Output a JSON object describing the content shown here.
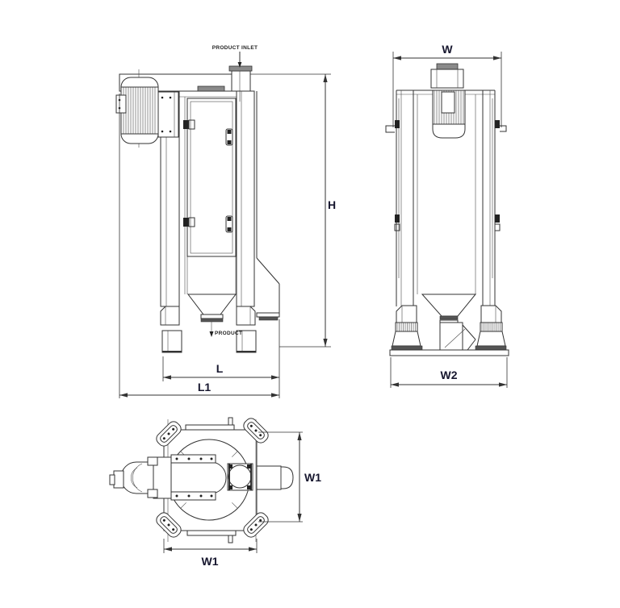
{
  "drawing": {
    "front_view": {
      "inlet_label": "PRODUCT INLET",
      "outlet_label": "PRODUCT",
      "dim_height": "H",
      "dim_length_inner": "L",
      "dim_length_overall": "L1"
    },
    "side_view": {
      "dim_width_top": "W",
      "dim_width_base": "W2"
    },
    "top_view": {
      "dim_width_right": "W1",
      "dim_width_bottom": "W1"
    }
  },
  "colors": {
    "line": "#333333",
    "dim_label": "#16162e",
    "small_label": "#222222",
    "dark_fill": "#555555",
    "gray_fill": "#8a8a8a",
    "background": "#ffffff"
  }
}
